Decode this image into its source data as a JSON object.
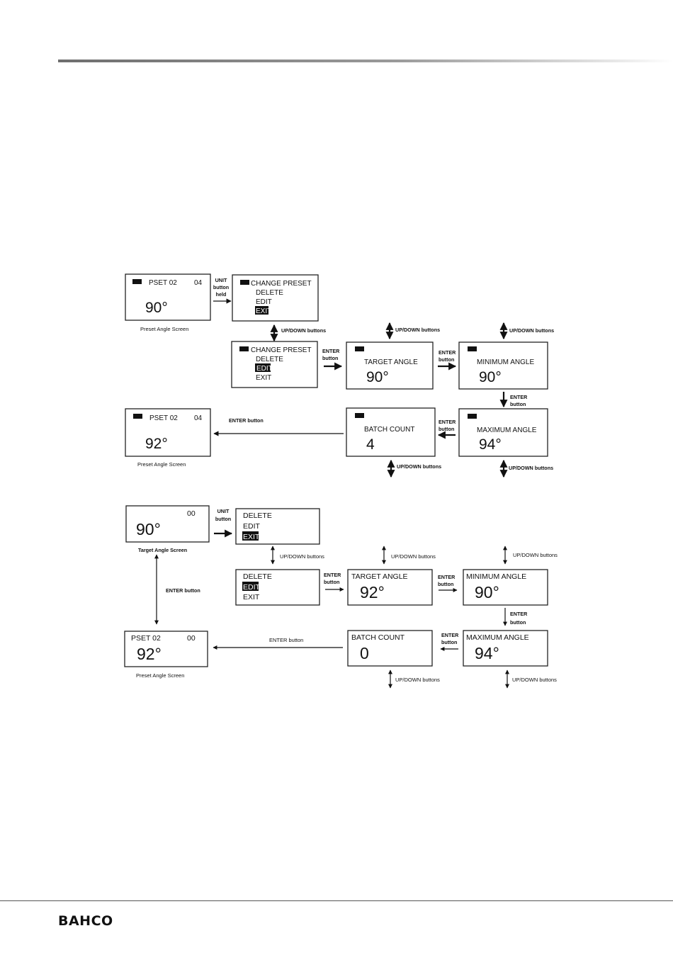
{
  "brand": {
    "logo": "BAHCO"
  },
  "diagram1": {
    "preset_screen": {
      "title": "PSET 02",
      "count": "04",
      "angle": "90°",
      "caption": "Preset Angle Screen"
    },
    "unit_held_label": [
      "UNIT",
      "button",
      "held"
    ],
    "menu": {
      "items": [
        "CHANGE PRESET",
        "DELETE",
        "EDIT",
        "EXIT"
      ]
    },
    "updown_label": "UP/DOWN buttons",
    "enter_label": "ENTER button",
    "enter_lines": [
      "ENTER",
      "button"
    ],
    "target": {
      "label": "TARGET ANGLE",
      "value": "90°"
    },
    "minimum": {
      "label": "MINIMUM ANGLE",
      "value": "90°"
    },
    "maximum": {
      "label": "MAXIMUM ANGLE",
      "value": "94°"
    },
    "batch": {
      "label": "BATCH COUNT",
      "value": "4"
    },
    "result_screen": {
      "title": "PSET 02",
      "count": "04",
      "angle": "92°",
      "caption": "Preset Angle Screen"
    }
  },
  "diagram2": {
    "target_screen": {
      "count": "00",
      "angle": "90°",
      "caption": "Target Angle Screen"
    },
    "unit_label": [
      "UNIT",
      "button"
    ],
    "menu": {
      "items": [
        "DELETE",
        "EDIT",
        "EXIT"
      ]
    },
    "updown_label": "UP/DOWN buttons",
    "enter_label": "ENTER button",
    "enter_lines": [
      "ENTER",
      "button"
    ],
    "target": {
      "label": "TARGET ANGLE",
      "value": "92°"
    },
    "minimum": {
      "label": "MINIMUM ANGLE",
      "value": "90°"
    },
    "maximum": {
      "label": "MAXIMUM ANGLE",
      "value": "94°"
    },
    "batch": {
      "label": "BATCH COUNT",
      "value": "0"
    },
    "result_screen": {
      "title": "PSET 02",
      "count": "00",
      "angle": "92°",
      "caption": "Preset Angle Screen"
    }
  }
}
